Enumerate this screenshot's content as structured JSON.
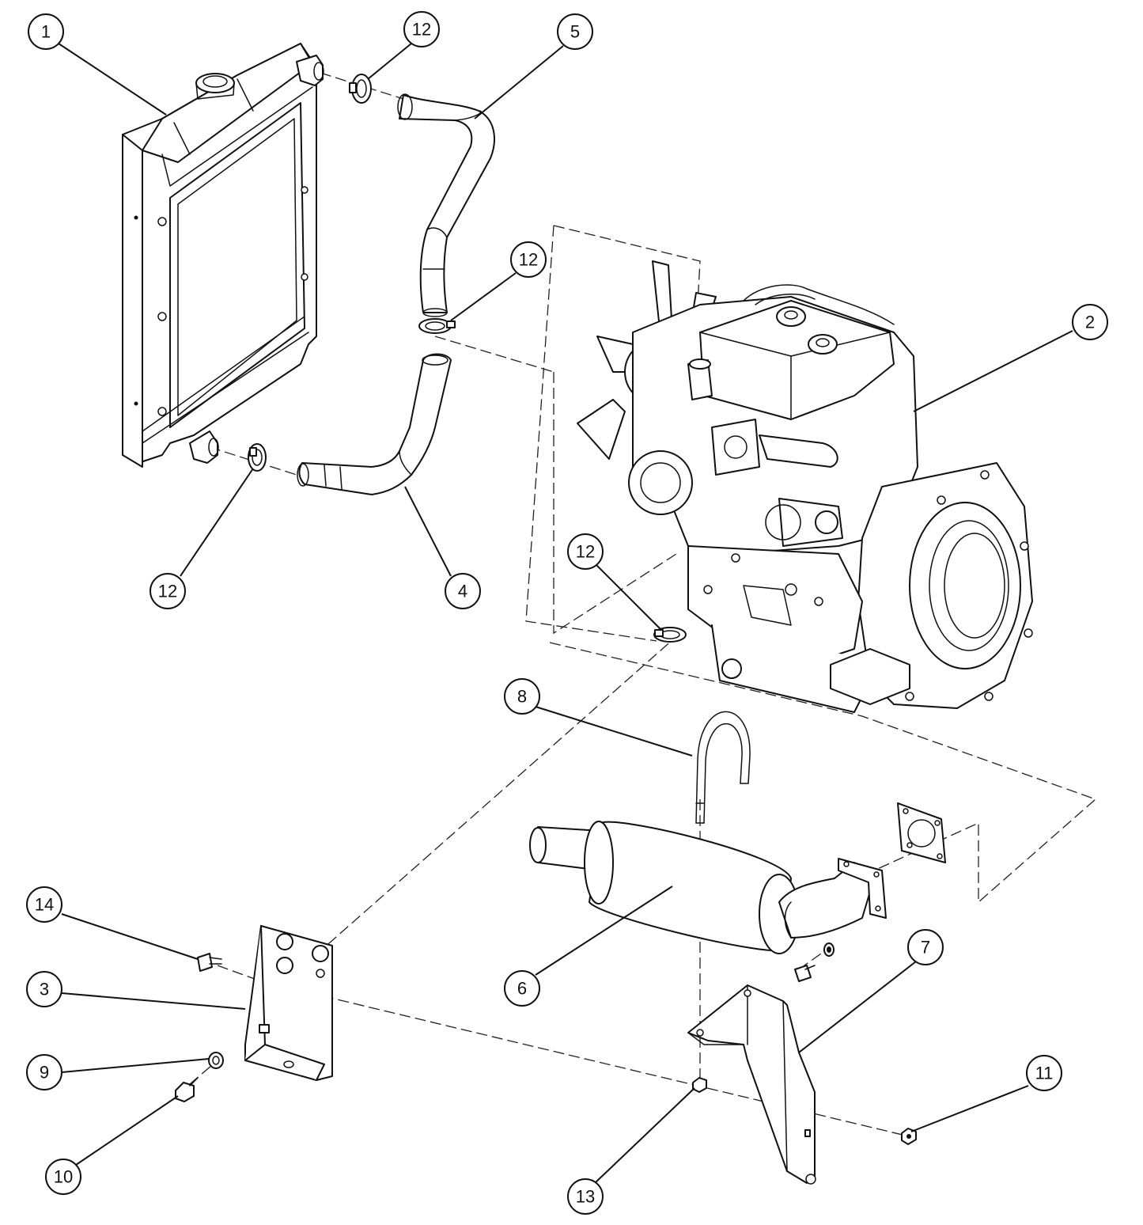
{
  "callouts": {
    "c1": "1",
    "c2": "2",
    "c3": "3",
    "c4": "4",
    "c5": "5",
    "c6": "6",
    "c7": "7",
    "c8": "8",
    "c9": "9",
    "c10": "10",
    "c11": "11",
    "c12a": "12",
    "c12b": "12",
    "c12c": "12",
    "c12d": "12",
    "c13": "13",
    "c14": "14"
  },
  "parts": {
    "radiator": "radiator",
    "engine": "engine",
    "upper_hose": "upper-radiator-hose",
    "lower_hose": "lower-radiator-hose",
    "muffler": "muffler",
    "muffler_bracket": "muffler-bracket",
    "engine_bracket": "engine-mount-bracket",
    "u_bolt": "u-bolt",
    "gasket": "exhaust-gasket"
  }
}
